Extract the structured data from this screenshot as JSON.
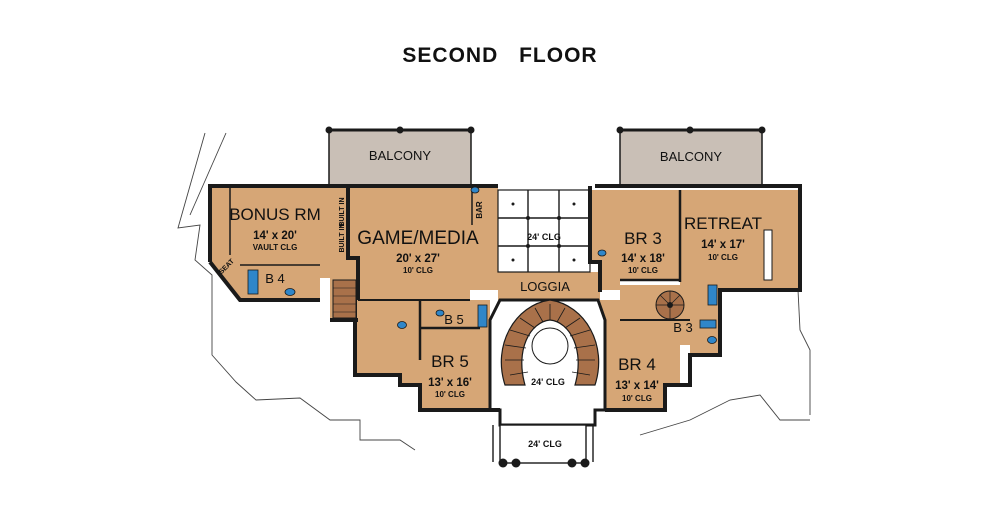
{
  "title": "SECOND  FLOOR",
  "colors": {
    "floor": "#d6a676",
    "balcony": "#c9bfb6",
    "wall": "#1a1a1a",
    "fixture": "#2f86c9",
    "stair": "#a9714a",
    "open_to_below": "#ffffff"
  },
  "rooms": {
    "balcony_left": {
      "name": "BALCONY"
    },
    "balcony_right": {
      "name": "BALCONY"
    },
    "bonus": {
      "name": "BONUS RM",
      "dims": "14' x 20'",
      "ceiling": "VAULT CLG"
    },
    "game": {
      "name": "GAME/MEDIA",
      "dims": "20' x 27'",
      "ceiling": "10' CLG"
    },
    "open_below": {
      "ceiling": "24' CLG"
    },
    "br3": {
      "name": "BR 3",
      "dims": "14' x 18'",
      "ceiling": "10' CLG"
    },
    "retreat": {
      "name": "RETREAT",
      "dims": "14' x 17'",
      "ceiling": "10' CLG"
    },
    "loggia": {
      "name": "LOGGIA"
    },
    "b4": {
      "name": "B 4"
    },
    "b5": {
      "name": "B 5"
    },
    "b3": {
      "name": "B 3"
    },
    "br5": {
      "name": "BR 5",
      "dims": "13' x 16'",
      "ceiling": "10' CLG"
    },
    "br4": {
      "name": "BR 4",
      "dims": "13' x 14'",
      "ceiling": "10' CLG"
    },
    "stair_hall": {
      "ceiling": "24' CLG"
    },
    "entry_porch": {
      "ceiling": "24' CLG"
    }
  },
  "labels": {
    "built_in_1": "BUILT IN",
    "built_in_2": "BUILT IN",
    "bar": "BAR",
    "seat": "SEAT"
  }
}
